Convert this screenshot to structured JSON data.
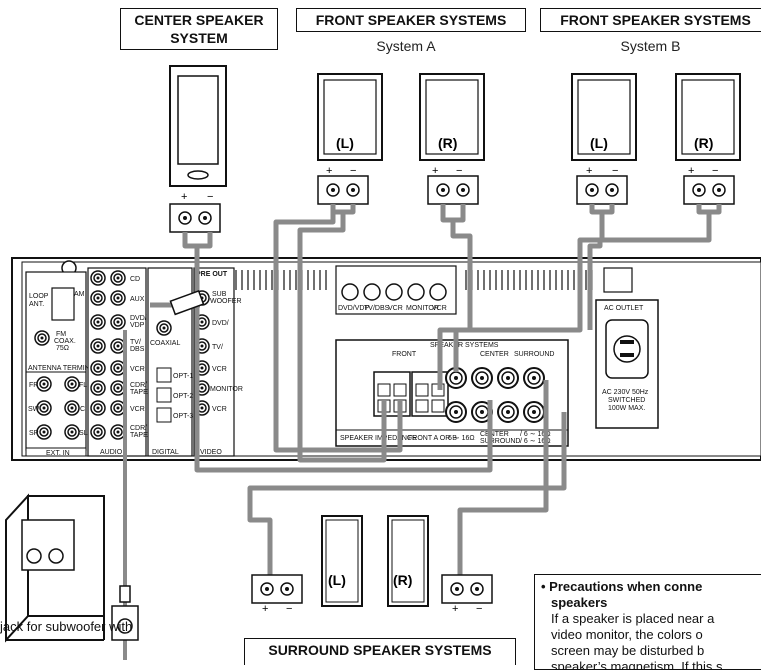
{
  "labels": {
    "center_title": "CENTER SPEAKER\nSYSTEM",
    "front_a_title": "FRONT SPEAKER SYSTEMS",
    "front_a_sub": "System A",
    "front_b_title": "FRONT SPEAKER SYSTEMS",
    "front_b_sub": "System B",
    "surround_title": "SURROUND SPEAKER SYSTEMS",
    "left": "(L)",
    "right": "(R)",
    "plus": "+",
    "minus": "−"
  },
  "receiver": {
    "inputs": [
      "CD",
      "AUX",
      "DVD/\nVDP",
      "TV/\nDBS",
      "VCR",
      "CDR/\nTAPE",
      "VCR",
      "CDR/\nTAPE"
    ],
    "video": [
      "DVD/\nVDP",
      "TV/\nDBS",
      "VCR",
      "MONITOR",
      "VCR"
    ],
    "loop_ant": "LOOP\nANT.",
    "am": "AM",
    "fm": "FM\nCOAX.\n75Ω",
    "antenna_terminals": "ANTENNA TERMINALS",
    "ext_in": "EXT. IN",
    "audio": "AUDIO",
    "digital": "DIGITAL",
    "video_lbl": "VIDEO",
    "ext_ch": [
      "FR",
      "FL",
      "SW",
      "C",
      "SR",
      "SL"
    ],
    "pre_out": "PRE OUT",
    "subwoofer": "SUB\nWOOFER",
    "coaxial": "COAXIAL",
    "opt": [
      "OPT-1",
      "OPT-2",
      "OPT-3"
    ],
    "svideo_labels": [
      "DVD/VDP",
      "TV/DBS",
      "VCR",
      "MONITOR",
      "VCR"
    ],
    "speaker_systems": "SPEAKER SYSTEMS",
    "front": "FRONT",
    "center": "CENTER",
    "surround": "SURROUND",
    "impedance": "SPEAKER IMPEDANCE",
    "front_ab": "FRONT  A OR B",
    "imp1": "6 ∼ 16Ω",
    "imp2": "/ 6 ∼ 16Ω",
    "center_surround": "CENTER\nSURROUND",
    "ac_outlet": "AC OUTLET",
    "ac_info": "AC 230V 50Hz\nSWITCHED\n100W MAX."
  },
  "captions": {
    "subwoofer_text": "jack for subwoofer with",
    "precautions_title": "• Precautions when conne",
    "precautions_title2": "speakers",
    "precautions_lines": [
      "If a speaker is placed near a",
      "video monitor, the colors o",
      "screen may be disturbed b",
      "speaker’s magnetism. If this s"
    ]
  }
}
